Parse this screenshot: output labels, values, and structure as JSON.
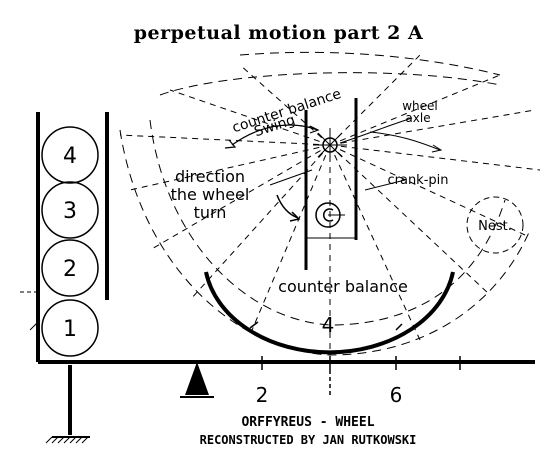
{
  "title": "perpetual motion part 2 A",
  "balls": [
    "4",
    "3",
    "2",
    "1"
  ],
  "labels": {
    "counter_balance_swing_1": "counter balance",
    "counter_balance_swing_2": "Swing",
    "wheel_axle_1": "wheel",
    "wheel_axle_2": "axle",
    "direction_1": "direction",
    "direction_2": "the wheel",
    "direction_3": "turn",
    "crank_pin": "crank-pin",
    "nest": "Nest.",
    "counter_balance": "counter balance",
    "arc_number": "4"
  },
  "scale": [
    "2",
    "6"
  ],
  "credits": {
    "line1": "ORFFYREUS - WHEEL",
    "line2": "RECONSTRUCTED BY JAN RUTKOWSKI"
  }
}
